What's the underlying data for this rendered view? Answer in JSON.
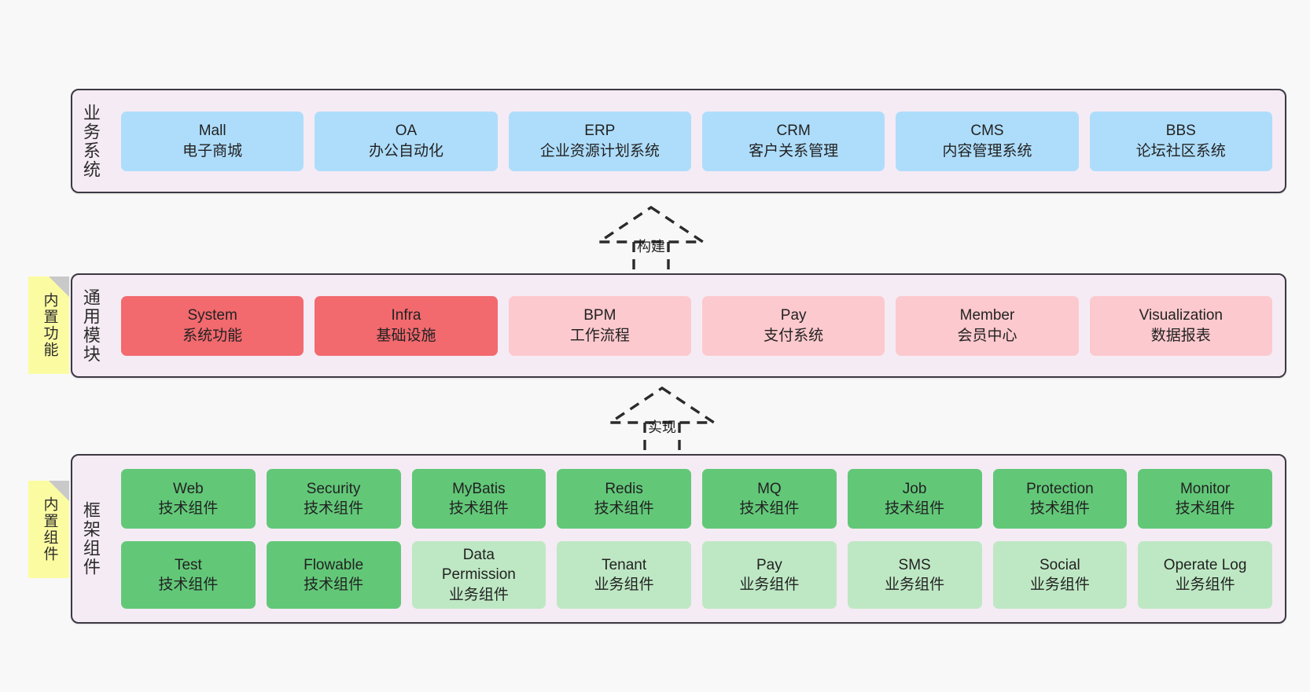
{
  "page": {
    "background": "#f8f8f8",
    "title": "系统架构分层图"
  },
  "palette": {
    "container_bg": "#f5ebf4",
    "container_border": "#3d3844",
    "blue": "#aeddfb",
    "red": "#f2696e",
    "pink": "#fcc9ce",
    "green": "#62c878",
    "light_green": "#bee8c4",
    "note_yellow": "#fbfba2",
    "note_fold": "#c9c9c9"
  },
  "layers": [
    {
      "id": "business-systems",
      "label": "业务系统",
      "rows": [
        [
          {
            "title": "Mall",
            "subtitle": "电子商城",
            "color": "blue"
          },
          {
            "title": "OA",
            "subtitle": "办公自动化",
            "color": "blue"
          },
          {
            "title": "ERP",
            "subtitle": "企业资源计划系统",
            "color": "blue"
          },
          {
            "title": "CRM",
            "subtitle": "客户关系管理",
            "color": "blue"
          },
          {
            "title": "CMS",
            "subtitle": "内容管理系统",
            "color": "blue"
          },
          {
            "title": "BBS",
            "subtitle": "论坛社区系统",
            "color": "blue"
          }
        ]
      ]
    },
    {
      "id": "common-modules",
      "label": "通用模块",
      "note": "内置功能",
      "rows": [
        [
          {
            "title": "System",
            "subtitle": "系统功能",
            "color": "red"
          },
          {
            "title": "Infra",
            "subtitle": "基础设施",
            "color": "red"
          },
          {
            "title": "BPM",
            "subtitle": "工作流程",
            "color": "pink"
          },
          {
            "title": "Pay",
            "subtitle": "支付系统",
            "color": "pink"
          },
          {
            "title": "Member",
            "subtitle": "会员中心",
            "color": "pink"
          },
          {
            "title": "Visualization",
            "subtitle": "数据报表",
            "color": "pink"
          }
        ]
      ]
    },
    {
      "id": "framework-components",
      "label": "框架组件",
      "note": "内置组件",
      "rows": [
        [
          {
            "title": "Web",
            "subtitle": "技术组件",
            "color": "green"
          },
          {
            "title": "Security",
            "subtitle": "技术组件",
            "color": "green"
          },
          {
            "title": "MyBatis",
            "subtitle": "技术组件",
            "color": "green"
          },
          {
            "title": "Redis",
            "subtitle": "技术组件",
            "color": "green"
          },
          {
            "title": "MQ",
            "subtitle": "技术组件",
            "color": "green"
          },
          {
            "title": "Job",
            "subtitle": "技术组件",
            "color": "green"
          },
          {
            "title": "Protection",
            "subtitle": "技术组件",
            "color": "green"
          },
          {
            "title": "Monitor",
            "subtitle": "技术组件",
            "color": "green"
          }
        ],
        [
          {
            "title": "Test",
            "subtitle": "技术组件",
            "color": "green"
          },
          {
            "title": "Flowable",
            "subtitle": "技术组件",
            "color": "green"
          },
          {
            "title": "Data Permission",
            "subtitle": "业务组件",
            "color": "lightgreen",
            "wrap": true
          },
          {
            "title": "Tenant",
            "subtitle": "业务组件",
            "color": "lightgreen"
          },
          {
            "title": "Pay",
            "subtitle": "业务组件",
            "color": "lightgreen"
          },
          {
            "title": "SMS",
            "subtitle": "业务组件",
            "color": "lightgreen"
          },
          {
            "title": "Social",
            "subtitle": "业务组件",
            "color": "lightgreen"
          },
          {
            "title": "Operate Log",
            "subtitle": "业务组件",
            "color": "lightgreen"
          }
        ]
      ]
    }
  ],
  "connectors": [
    {
      "id": "build",
      "label": "构建",
      "style": "dashed-generalization"
    },
    {
      "id": "implement",
      "label": "实现",
      "style": "dashed-generalization"
    }
  ]
}
